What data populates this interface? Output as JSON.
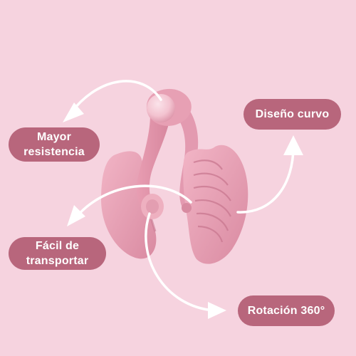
{
  "labels": {
    "mayor_resistencia": [
      "Mayor",
      "resistencia"
    ],
    "disenio_curvo": "Diseño curvo",
    "facil_transportar": [
      "Fácil de",
      "transportar"
    ],
    "rotacion": "Rotación 360°"
  },
  "colors": {
    "background": "#f6d3df",
    "badge": "#b8667c",
    "badge_text": "#ffffff",
    "product_pink": "#e9a3b6",
    "arrow": "#ffffff"
  },
  "icons": {
    "arrows": [
      "curved-arrow-icon"
    ]
  }
}
